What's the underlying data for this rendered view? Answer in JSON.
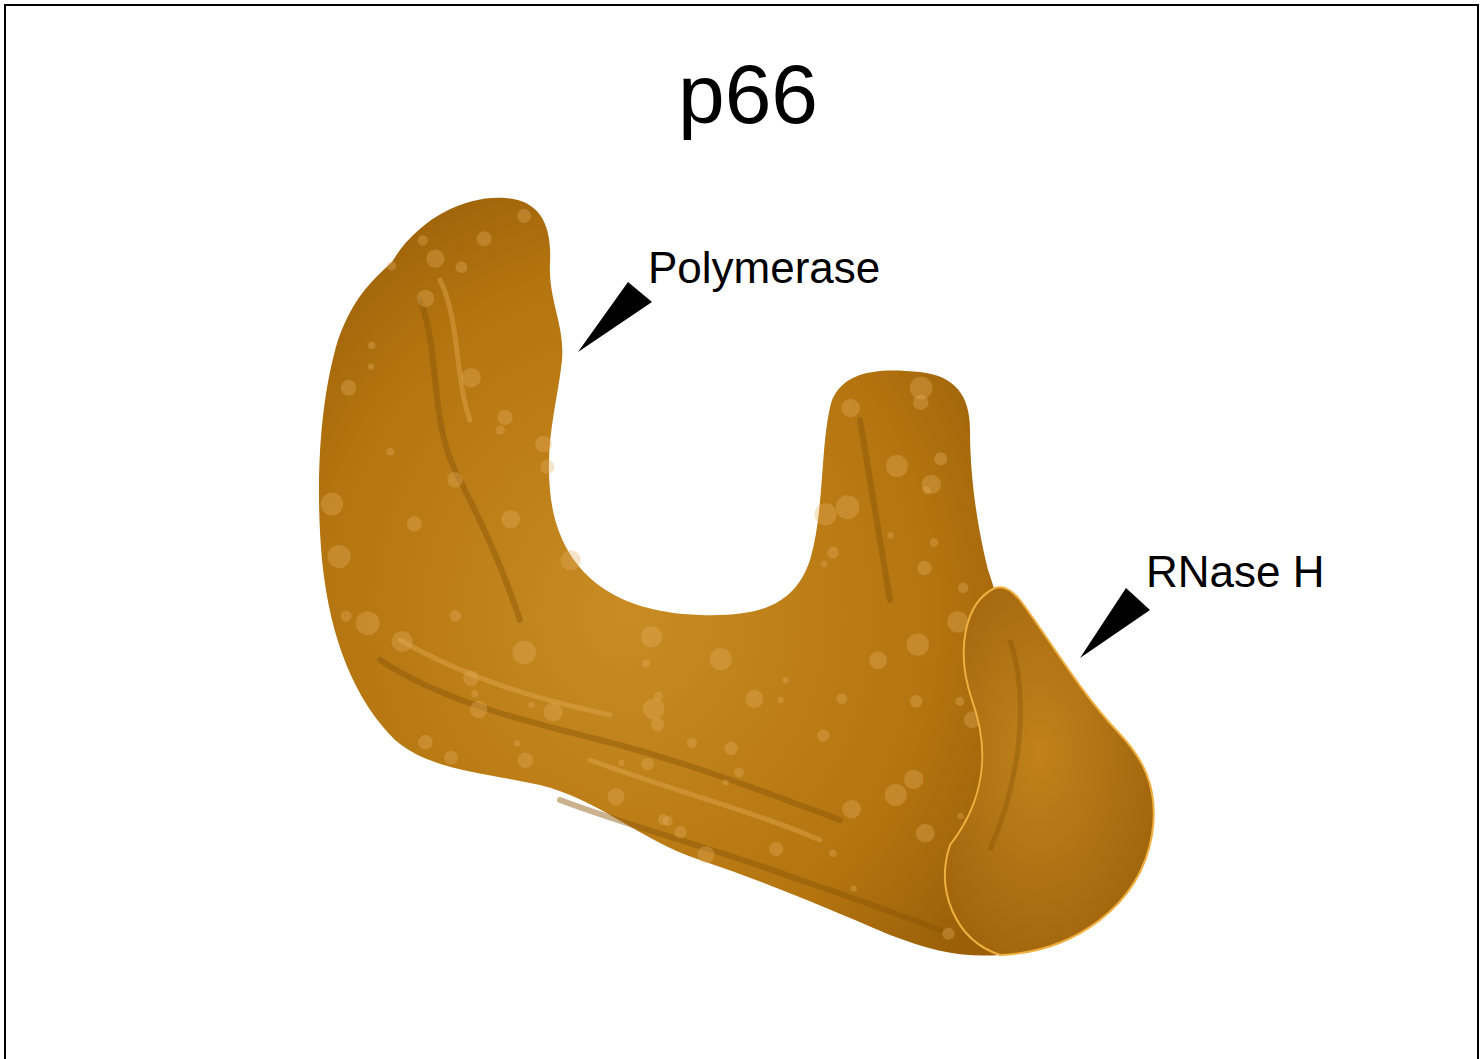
{
  "diagram": {
    "title": "p66",
    "labels": [
      "Polymerase",
      "RNase H"
    ]
  }
}
